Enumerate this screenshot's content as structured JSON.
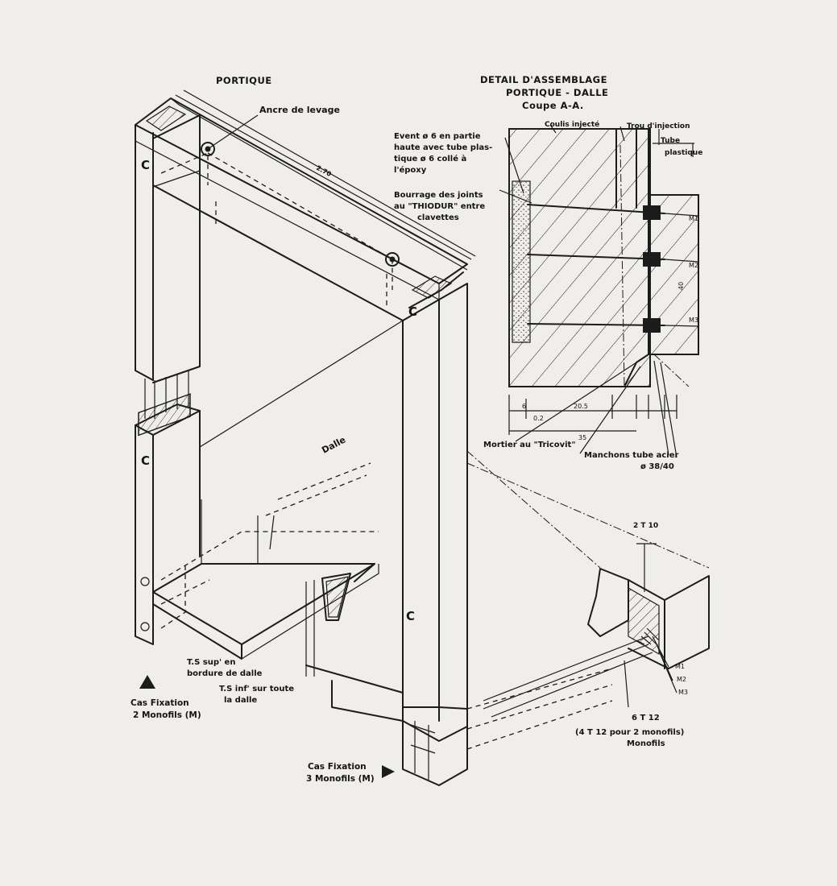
{
  "titles": {
    "portique": "PORTIQUE",
    "detail_1": "DETAIL D'ASSEMBLAGE",
    "detail_2": "PORTIQUE - DALLE",
    "detail_3": "Coupe A-A."
  },
  "labels": {
    "ancre": "Ancre de levage",
    "dalle": "Dalle",
    "coulis": "Coulis injecté",
    "trou": "Trou d'injection",
    "tube_1": "Tube",
    "tube_2": "plastique",
    "event_1": "Event ø 6 en partie",
    "event_2": "haute avec tube plas-",
    "event_3": "tique ø 6 collé à",
    "event_4": "l'époxy",
    "bourrage_1": "Bourrage des joints",
    "bourrage_2": "au \"THIODUR\" entre",
    "bourrage_3": "clavettes",
    "mortier": "Mortier au \"Tricovit\"",
    "manchons_1": "Manchons tube acier",
    "manchons_2": "ø 38/40",
    "t10": "2 T 10",
    "t12_1": "6 T 12",
    "t12_2": "(4 T 12 pour 2 monofils)",
    "t12_3": "Monofils",
    "ts_sup_1": "T.S sup' en",
    "ts_sup_2": "bordure de dalle",
    "ts_inf_1": "T.S inf' sur toute",
    "ts_inf_2": "la dalle",
    "cas2_1": "Cas Fixation",
    "cas2_2": "2 Monofils (M)",
    "cas3_1": "Cas Fixation",
    "cas3_2": "3 Monofils (M)",
    "c_mark": "C",
    "dim_270": "2.70",
    "dim_35": "35",
    "dim_205": "20.5",
    "dim_6": "6",
    "dim_02": "0.2",
    "dim_40": "40",
    "m1": "M1",
    "m2": "M2",
    "m3": "M3"
  }
}
